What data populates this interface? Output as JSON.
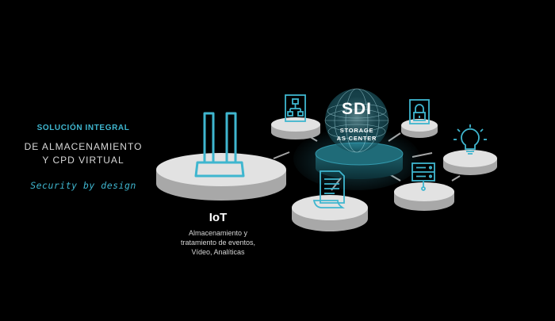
{
  "left_panel": {
    "subtitle": "SOLUCIÓN INTEGRAL",
    "title_line1": "DE ALMACENAMIENTO",
    "title_line2": "Y CPD VIRTUAL",
    "tagline": "Security by design"
  },
  "iot": {
    "label": "IoT",
    "desc_line1": "Almacenamiento y",
    "desc_line2": "tratamiento de eventos,",
    "desc_line3": "Vídeo, Analíticas"
  },
  "center": {
    "title": "SDI",
    "subtitle_line1": "STORAGE",
    "subtitle_line2": "AS CENTER"
  },
  "nodes": [
    {
      "name": "iot-factory",
      "icon": "factory-icon"
    },
    {
      "name": "hierarchy",
      "icon": "hierarchy-document-icon"
    },
    {
      "name": "security",
      "icon": "lock-icon"
    },
    {
      "name": "ideas",
      "icon": "lightbulb-icon"
    },
    {
      "name": "servers",
      "icon": "server-rack-icon"
    },
    {
      "name": "documents",
      "icon": "document-scroll-icon"
    }
  ],
  "colors": {
    "background": "#000000",
    "accent": "#3fb6cf",
    "disc_top": "#e2e2e2",
    "disc_side": "#a8a8a8",
    "center_disc": "#1f6b78"
  }
}
